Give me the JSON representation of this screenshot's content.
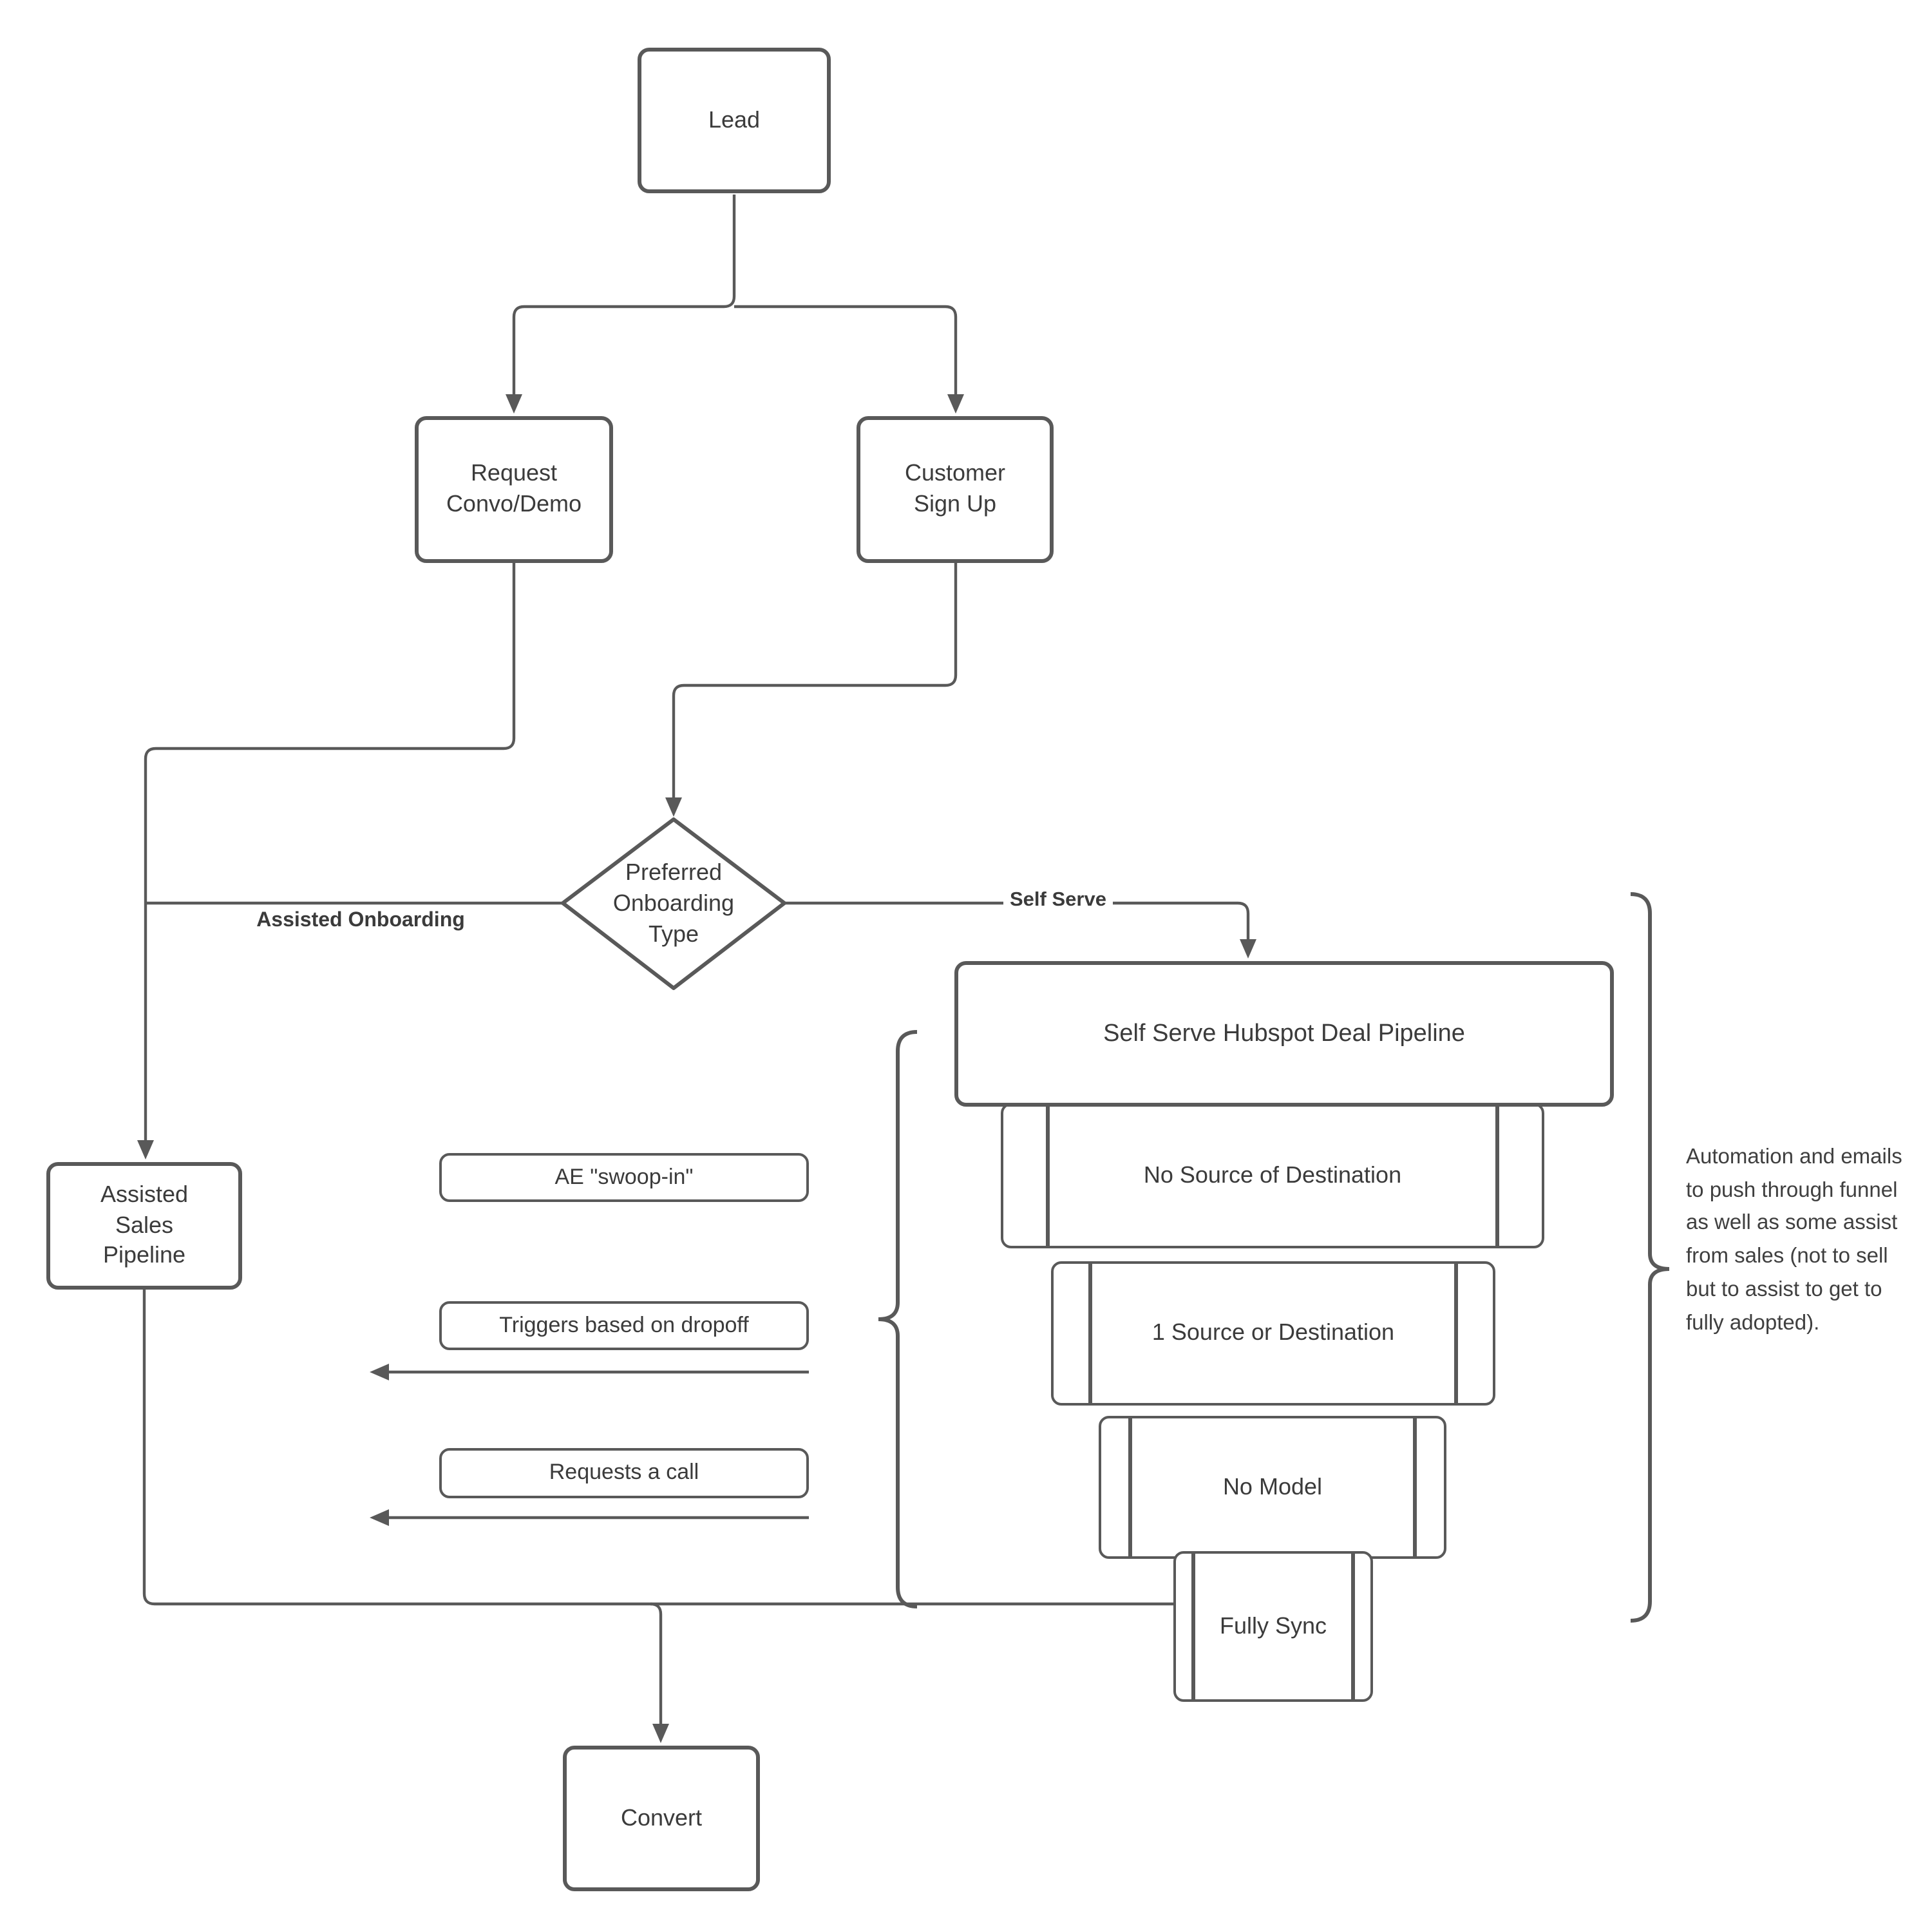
{
  "nodes": {
    "lead": {
      "label": "Lead"
    },
    "request": {
      "label": "Request\nConvo/Demo"
    },
    "customer_signup": {
      "label": "Customer\nSign Up"
    },
    "decision": {
      "label": "Preferred\nOnboarding\nType"
    },
    "assisted_pipeline": {
      "label": "Assisted\nSales\nPipeline"
    },
    "ae_swoop_in": {
      "label": "AE \"swoop-in\""
    },
    "triggers_dropoff": {
      "label": "Triggers based on dropoff"
    },
    "requests_call": {
      "label": "Requests a call"
    },
    "hubspot_pipeline": {
      "label": "Self Serve Hubspot Deal Pipeline"
    },
    "convert": {
      "label": "Convert"
    }
  },
  "funnel": {
    "stages": [
      {
        "label": "No Source of Destination"
      },
      {
        "label": "1 Source or Destination"
      },
      {
        "label": "No Model"
      },
      {
        "label": "Fully Sync"
      }
    ]
  },
  "edge_labels": {
    "assisted": "Assisted Onboarding",
    "self_serve": "Self Serve"
  },
  "annotation": {
    "text": "Automation and emails to push through funnel as well as some assist from sales (not to sell but to assist to get to fully adopted)."
  },
  "colors": {
    "stroke": "#595959",
    "text": "#3b3b3b",
    "background": "#ffffff"
  }
}
